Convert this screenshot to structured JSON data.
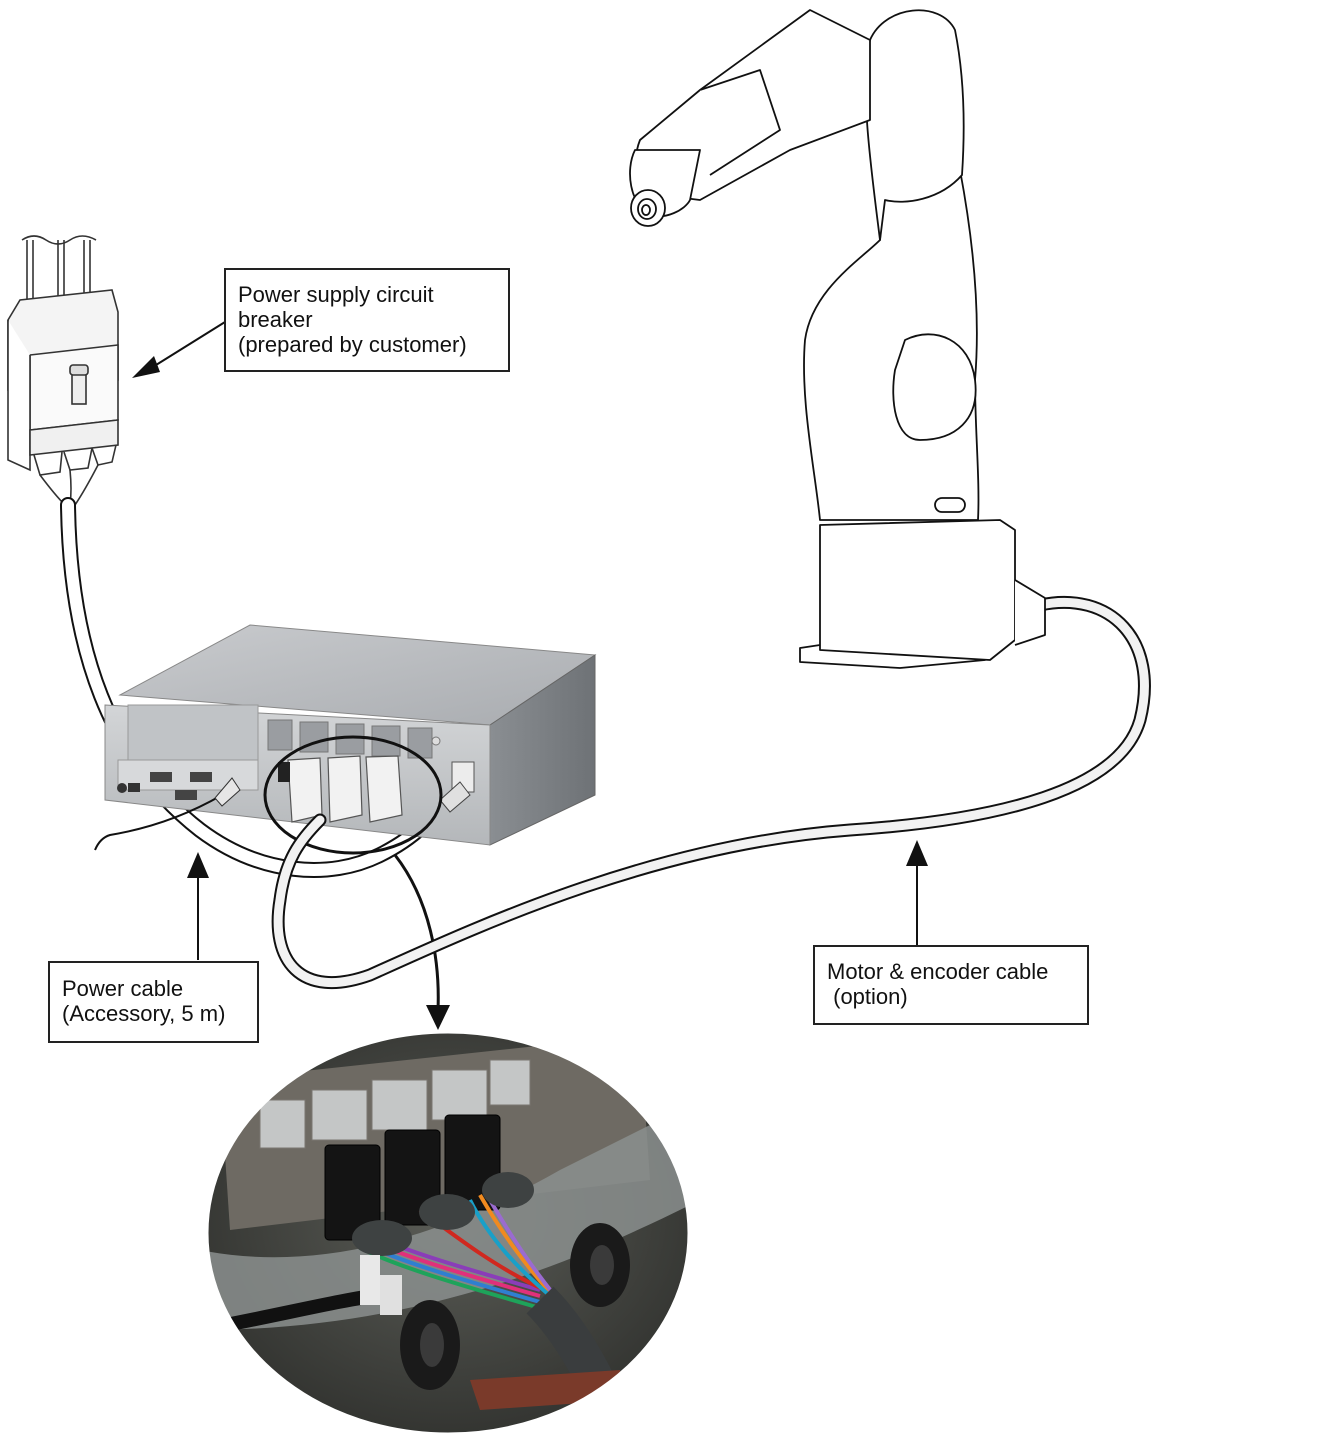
{
  "diagram": {
    "title": "Robot controller wiring overview",
    "components": {
      "breaker": "power-supply-circuit-breaker",
      "controller": "robot-controller-unit",
      "robot": "six-axis-robot-arm",
      "detail_photo": "connector-detail-photo"
    },
    "labels": {
      "breaker": {
        "line1": "Power supply circuit",
        "line2": "breaker",
        "line3": "(prepared by customer)"
      },
      "power_cable": {
        "line1": "Power cable",
        "line2": "(Accessory, 5 m)"
      },
      "motor_cable": {
        "line1": "Motor & encoder cable",
        "line2": " (option)"
      }
    },
    "colors": {
      "line": "#111111",
      "controller_body": "#b9bcbf",
      "controller_dark": "#7d8185",
      "photo_bg": "#4a4b47"
    }
  }
}
